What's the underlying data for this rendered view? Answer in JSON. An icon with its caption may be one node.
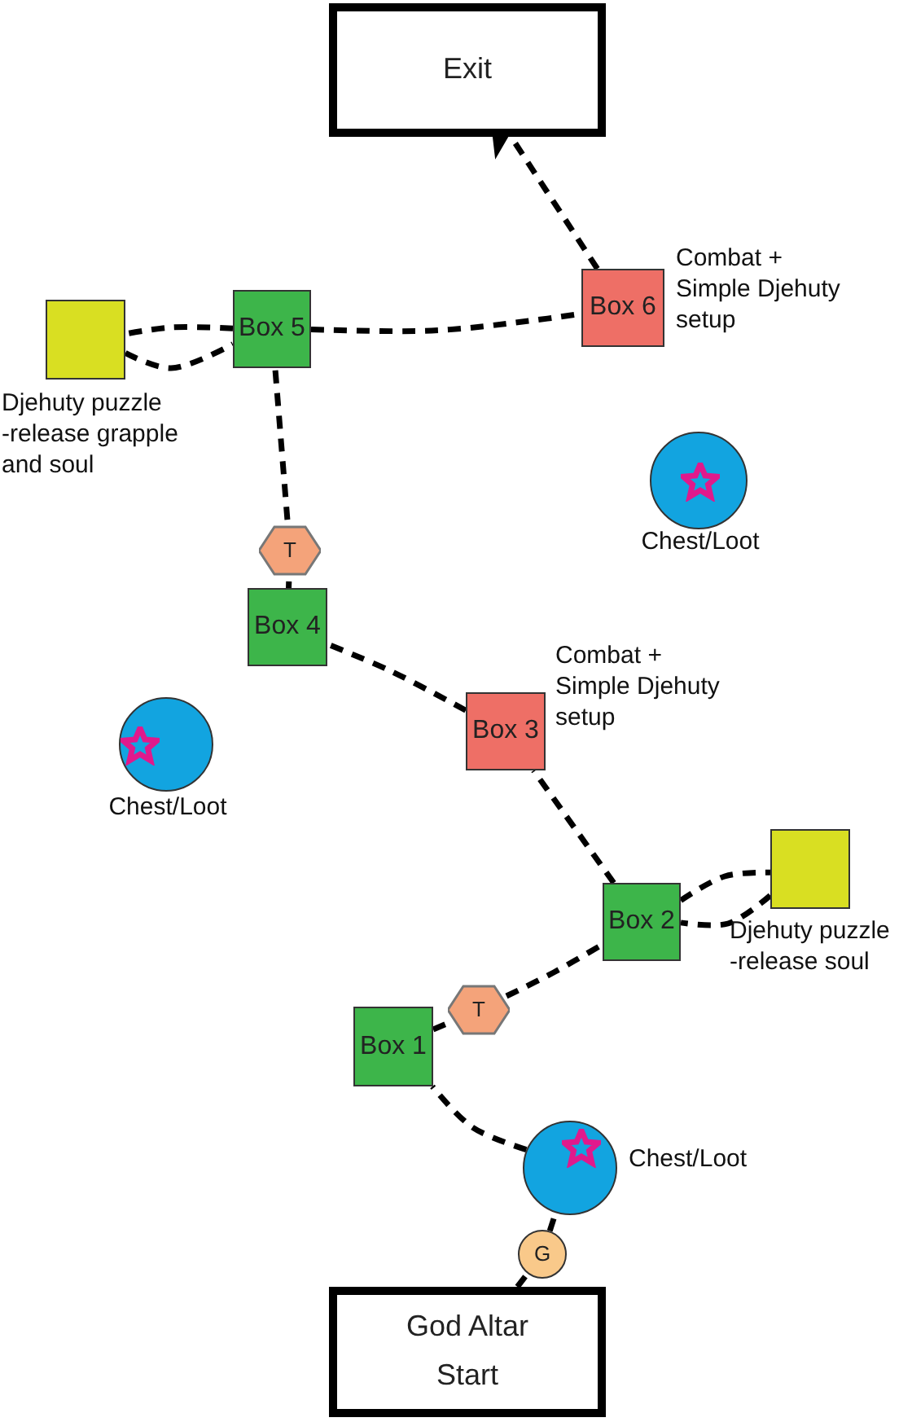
{
  "diagram": {
    "nodes": [
      {
        "text": [
          "Exit"
        ]
      },
      {
        "text": [
          "Box 6"
        ],
        "beside": [
          "Combat + Simple Djehuty setup"
        ]
      },
      {
        "text": [],
        "shape": "box",
        "beside": [
          "Djehuty puzzle -release grapple and soul"
        ]
      },
      {
        "text": [
          "Box 5"
        ]
      },
      {
        "text": [],
        "shape": "circle",
        "beside": [
          "Chest/Loot"
        ]
      },
      {
        "text": [
          "T"
        ]
      },
      {
        "text": [
          "Box 4"
        ]
      },
      {
        "text": [],
        "shape": "circle",
        "beside": [
          "Chest/Loot"
        ]
      },
      {
        "text": [
          "Box 3"
        ],
        "beside": [
          "Combat + Simple Djehuty setup"
        ]
      },
      {
        "text": [],
        "shape": "box",
        "beside": [
          "Djehuty puzzle -release soul"
        ]
      },
      {
        "text": [
          "Box 2"
        ]
      },
      {
        "text": [
          "T"
        ]
      },
      {
        "text": [
          "Box 1"
        ]
      },
      {
        "text": [],
        "shape": "circle",
        "beside": [
          "Chest/Loot"
        ]
      },
      {
        "text": [
          "G"
        ]
      },
      {
        "text": [
          "God Altar",
          "Start"
        ]
      }
    ],
    "edges": [
      {
        "from": 15,
        "to": 14,
        "arrow": "none"
      },
      {
        "from": 14,
        "to": 13,
        "arrow": "none"
      },
      {
        "from": 13,
        "to": 12,
        "arrow": "none"
      },
      {
        "from": 12,
        "to": 11,
        "arrow": "none"
      },
      {
        "from": 11,
        "to": 10,
        "arrow": "none"
      },
      {
        "from": 10,
        "to": 9,
        "arrow": "none"
      },
      {
        "from": 9,
        "to": 10,
        "arrow": "none"
      },
      {
        "from": 10,
        "to": 8,
        "arrow": "none"
      },
      {
        "from": 8,
        "to": 6,
        "arrow": "none"
      },
      {
        "from": 6,
        "to": 5,
        "arrow": "none"
      },
      {
        "from": 5,
        "to": 3,
        "arrow": "none"
      },
      {
        "from": 3,
        "to": 2,
        "arrow": "none"
      },
      {
        "from": 2,
        "to": 3,
        "arrow": "none"
      },
      {
        "from": 3,
        "to": 1,
        "arrow": "none"
      },
      {
        "from": 1,
        "to": 0,
        "arrow": "to"
      }
    ]
  }
}
